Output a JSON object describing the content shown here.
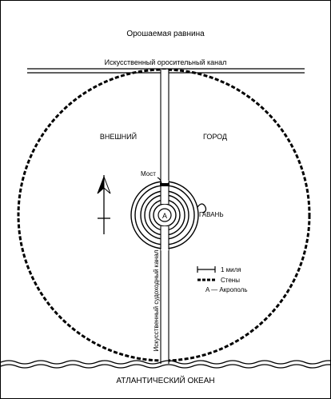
{
  "labels": {
    "plain": "Орошаемая равнина",
    "irrigation_canal": "Искусственный оросительный канал",
    "outer": "ВНЕШНИЙ",
    "city": "ГОРОД",
    "bridge": "Мост",
    "harbor": "ГАВАНЬ",
    "acropolis_marker": "A",
    "ship_canal": "Искусственный судоходный канал",
    "ocean": "АТЛАНТИЧЕСКИЙ ОКЕАН"
  },
  "legend": {
    "mile": "1 миля",
    "walls": "Стены",
    "acropolis": "A — Акрополь"
  },
  "compass": {
    "icon": "north-arrow-icon"
  },
  "colors": {
    "ink": "#000000",
    "paper": "#ffffff"
  }
}
